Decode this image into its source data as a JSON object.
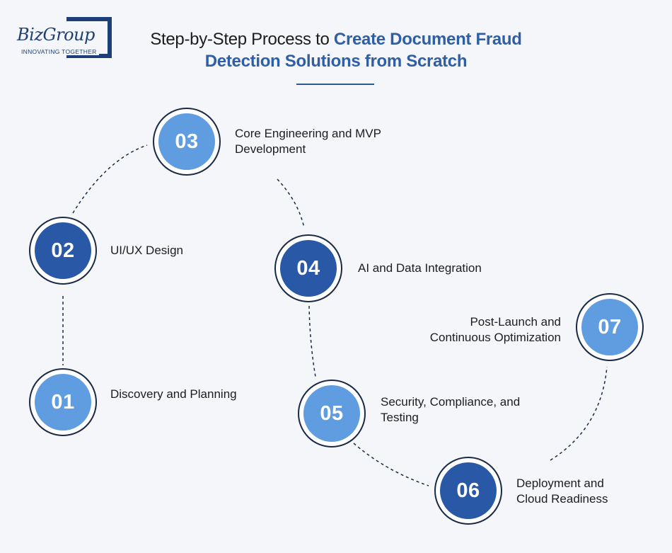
{
  "logo": {
    "name": "BizGroup",
    "tagline": "INNOVATING TOGETHER"
  },
  "title": {
    "prefix": "Step-by-Step Process to ",
    "highlight_line1": "Create Document Fraud",
    "highlight_line2": "Detection Solutions from Scratch"
  },
  "colors": {
    "light_circle": "#5f9de0",
    "dark_circle": "#2958a6",
    "title_highlight": "#2f5ea5"
  },
  "steps": [
    {
      "number": "01",
      "label_line1": "Discovery and Planning",
      "label_line2": ""
    },
    {
      "number": "02",
      "label_line1": "UI/UX Design",
      "label_line2": ""
    },
    {
      "number": "03",
      "label_line1": "Core Engineering and MVP",
      "label_line2": "Development"
    },
    {
      "number": "04",
      "label_line1": "AI and Data Integration",
      "label_line2": ""
    },
    {
      "number": "05",
      "label_line1": "Security, Compliance, and",
      "label_line2": "Testing"
    },
    {
      "number": "06",
      "label_line1": "Deployment and",
      "label_line2": "Cloud Readiness"
    },
    {
      "number": "07",
      "label_line1": "Post-Launch and",
      "label_line2": "Continuous Optimization"
    }
  ]
}
